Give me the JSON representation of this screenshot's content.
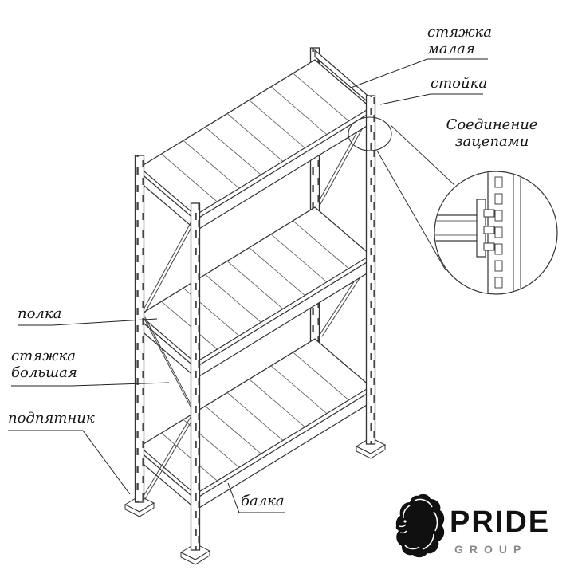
{
  "page": {
    "background": "#ffffff"
  },
  "colors": {
    "ink": "#333333",
    "hatch": "#666666",
    "label_ink": "#161616",
    "logo_black": "#101010",
    "logo_gray": "#8a8a8a"
  },
  "diagram": {
    "subject": "pallet-rack-assembly",
    "labels": {
      "tie_small": {
        "line1": "стяжка",
        "line2": "малая"
      },
      "post": {
        "line1": "стойка"
      },
      "hook_connection": {
        "line1": "Соединение",
        "line2": "зацепами"
      },
      "shelf": {
        "line1": "полка"
      },
      "tie_large": {
        "line1": "стяжка",
        "line2": "большая"
      },
      "foot_plate": {
        "line1": "подпятник"
      },
      "beam": {
        "line1": "балка"
      }
    }
  },
  "logo": {
    "brand": "PRIDE",
    "sub": "GROUP"
  }
}
